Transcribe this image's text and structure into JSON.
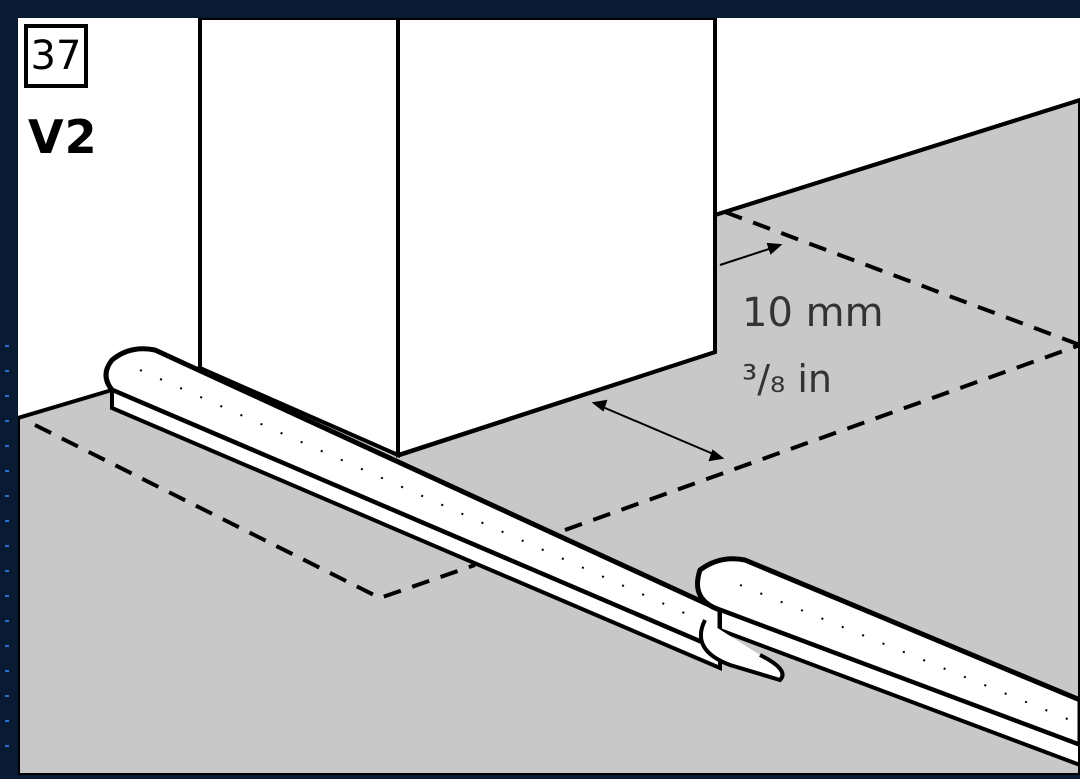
{
  "step": {
    "number": "37",
    "variant": "V2"
  },
  "dimension": {
    "metric": "10 mm",
    "imperial": "³/₈ in"
  },
  "colors": {
    "frame": "#0a1a33",
    "floor": "#c8c8c8",
    "wall": "#ffffff",
    "line": "#000000",
    "text": "#333333",
    "accent_dots": "#2a6fd6"
  },
  "icons": {
    "dimension_arrow": "double-headed-arrow-icon"
  }
}
